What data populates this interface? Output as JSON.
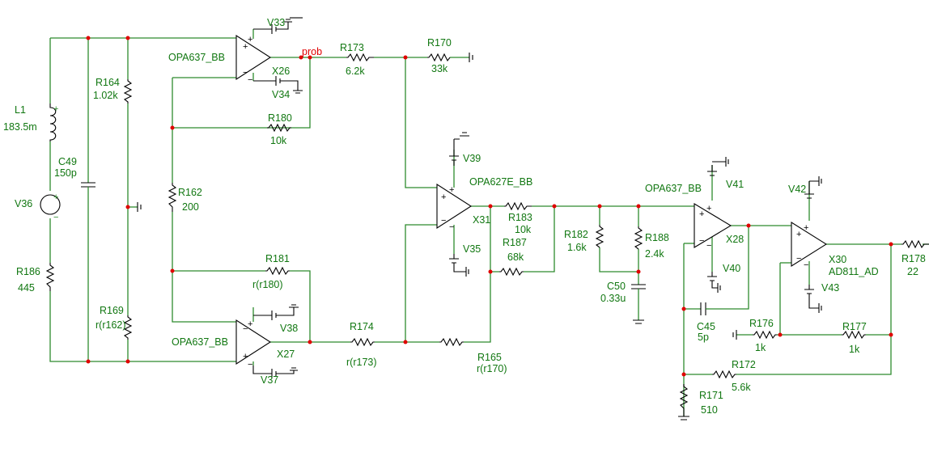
{
  "colors": {
    "wire": "#2e8b2e",
    "label": "#117711",
    "node": "#e00000",
    "symbol": "#000000",
    "background": "#ffffff"
  },
  "probe": "prob",
  "components": {
    "L1": {
      "ref": "L1",
      "value": "183.5m"
    },
    "C49": {
      "ref": "C49",
      "value": "150p"
    },
    "V36": {
      "ref": "V36"
    },
    "R186": {
      "ref": "R186",
      "value": "445"
    },
    "R164": {
      "ref": "R164",
      "value": "1.02k"
    },
    "R169": {
      "ref": "R169",
      "value": "r(r162)"
    },
    "R162": {
      "ref": "R162",
      "value": "200"
    },
    "R180": {
      "ref": "R180",
      "value": "10k"
    },
    "R181": {
      "ref": "R181",
      "value": "r(r180)"
    },
    "X26": {
      "ref": "X26",
      "model": "OPA637_BB"
    },
    "X27": {
      "ref": "X27",
      "model": "OPA637_BB"
    },
    "V33": {
      "ref": "V33"
    },
    "V34": {
      "ref": "V34"
    },
    "V37": {
      "ref": "V37"
    },
    "V38": {
      "ref": "V38"
    },
    "R173": {
      "ref": "R173",
      "value": "6.2k"
    },
    "R170": {
      "ref": "R170",
      "value": "33k"
    },
    "R174": {
      "ref": "R174",
      "value": "r(r173)"
    },
    "R165": {
      "ref": "R165",
      "value": "r(r170)"
    },
    "X31": {
      "ref": "X31",
      "model": "OPA627E_BB"
    },
    "V39": {
      "ref": "V39"
    },
    "V35": {
      "ref": "V35"
    },
    "R183": {
      "ref": "R183",
      "value": "10k"
    },
    "R187": {
      "ref": "R187",
      "value": "68k"
    },
    "R182": {
      "ref": "R182",
      "value": "1.6k"
    },
    "R188": {
      "ref": "R188",
      "value": "2.4k"
    },
    "C50": {
      "ref": "C50",
      "value": "0.33u"
    },
    "X28": {
      "ref": "X28",
      "model": "OPA637_BB"
    },
    "V41": {
      "ref": "V41"
    },
    "V40": {
      "ref": "V40"
    },
    "C45": {
      "ref": "C45",
      "value": "5p"
    },
    "R176": {
      "ref": "R176",
      "value": "1k"
    },
    "R177": {
      "ref": "R177",
      "value": "1k"
    },
    "R172": {
      "ref": "R172",
      "value": "5.6k"
    },
    "R171": {
      "ref": "R171",
      "value": "510"
    },
    "X30": {
      "ref": "X30",
      "model": "AD811_AD"
    },
    "V42": {
      "ref": "V42"
    },
    "V43": {
      "ref": "V43"
    },
    "R178": {
      "ref": "R178",
      "value": "22"
    }
  }
}
